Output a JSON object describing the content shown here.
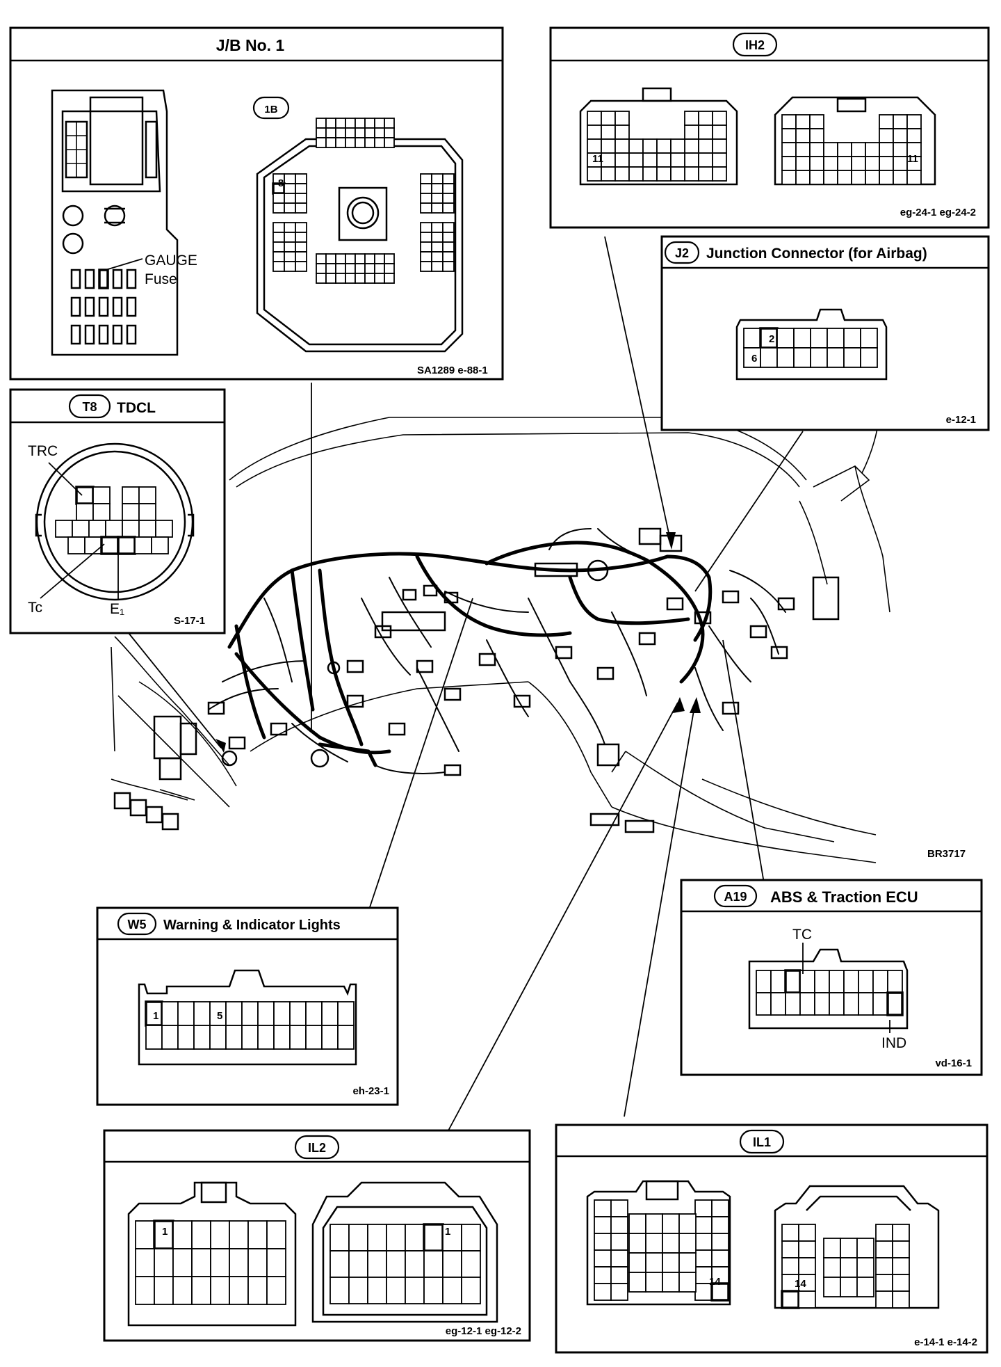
{
  "panels": {
    "jb1": {
      "title": "J/B No. 1",
      "connector_badge": "1B",
      "fuse_label": "GAUGE",
      "fuse_sub": "Fuse",
      "pin": "8",
      "ref": "SA1289  e-88-1"
    },
    "ih2": {
      "badge": "IH2",
      "pin_left": "11",
      "pin_right": "11",
      "ref": "eg-24-1  eg-24-2"
    },
    "j2": {
      "badge": "J2",
      "title": "Junction Connector (for Airbag)",
      "pin_top": "2",
      "pin_bottom": "6",
      "ref": "e-12-1"
    },
    "t8": {
      "badge": "T8",
      "title": "TDCL",
      "label_trc": "TRC",
      "label_tc": "Tc",
      "label_e1": "E₁",
      "ref": "S-17-1"
    },
    "w5": {
      "badge": "W5",
      "title": "Warning & Indicator Lights",
      "pin_a": "1",
      "pin_b": "5",
      "ref": "eh-23-1"
    },
    "a19": {
      "badge": "A19",
      "title": "ABS & Traction ECU",
      "label_tc": "TC",
      "label_ind": "IND",
      "ref": "vd-16-1"
    },
    "il2": {
      "badge": "IL2",
      "pin_left": "1",
      "pin_right": "1",
      "ref": "eg-12-1  eg-12-2"
    },
    "il1": {
      "badge": "IL1",
      "pin_left": "14",
      "pin_right": "14",
      "ref": "e-14-1  e-14-2"
    }
  },
  "drawing_ref": "BR3717"
}
